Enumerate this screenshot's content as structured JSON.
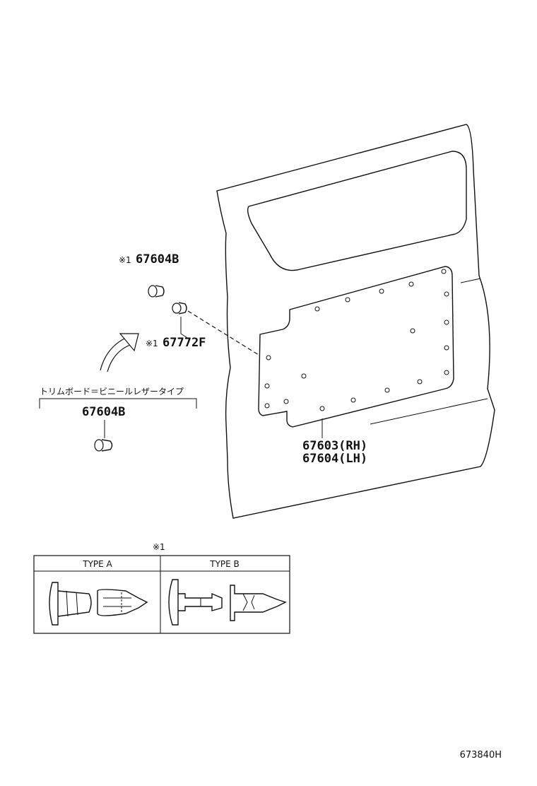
{
  "parts": {
    "clip_top_label": "67604B",
    "clip_top_mark": "※1",
    "clip_mid_label": "67772F",
    "clip_mid_mark": "※1",
    "note_jp": "トリムボード＝ビニールレザータイプ",
    "clip_bottom_label": "67604B",
    "board_rh": "67603(RH)",
    "board_lh": "67604(LH)"
  },
  "legend": {
    "mark": "※1",
    "type_a": "TYPE  A",
    "type_b": "TYPE  B"
  },
  "diagram_code": "673840H"
}
